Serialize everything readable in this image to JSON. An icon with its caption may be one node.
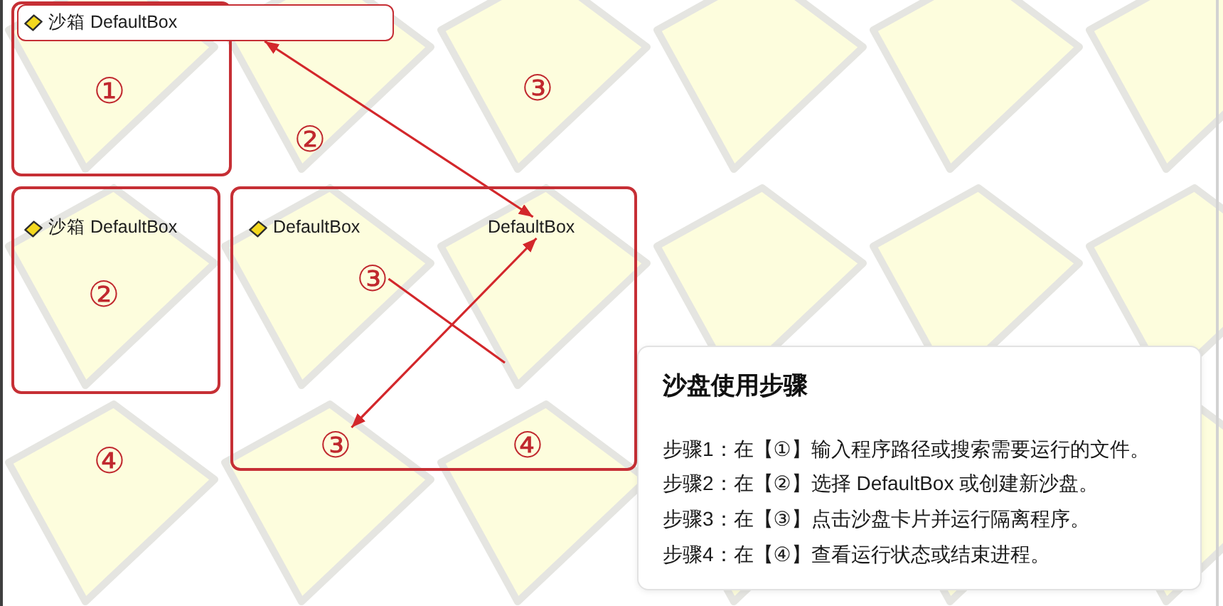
{
  "diagram": {
    "nodes": [
      {
        "text": [
          "①"
        ]
      },
      {
        "text": [
          "沙箱 DefaultBox"
        ]
      },
      {
        "text": [
          "沙箱 DefaultBox",
          "②"
        ]
      },
      {
        "text": [
          "DefaultBox",
          "④"
        ]
      },
      {
        "text": [
          "DefaultBox"
        ],
        "in": 3
      },
      {
        "text": [
          "③"
        ],
        "in": 3
      },
      {
        "text": [
          "③"
        ],
        "in": 3
      },
      {
        "text": [
          "沙盘使用步骤",
          "步骤1：在【①】输入程序路径或搜索需要运行的文件。",
          "步骤2：在【②】选择 DefaultBox 或创建新沙盘。",
          "步骤3：在【③】点击沙盘卡片并运行隔离程序。",
          "步骤4：在【④】查看运行状态或结束进程。"
        ]
      }
    ],
    "edges": [
      {
        "from": 1,
        "to": 4,
        "arrow": "both"
      },
      {
        "from": 6,
        "to": 4,
        "arrow": "both"
      },
      {
        "from": 5,
        "to": null,
        "arrow": "none"
      }
    ],
    "labels": [
      "③",
      "②",
      "④"
    ]
  }
}
